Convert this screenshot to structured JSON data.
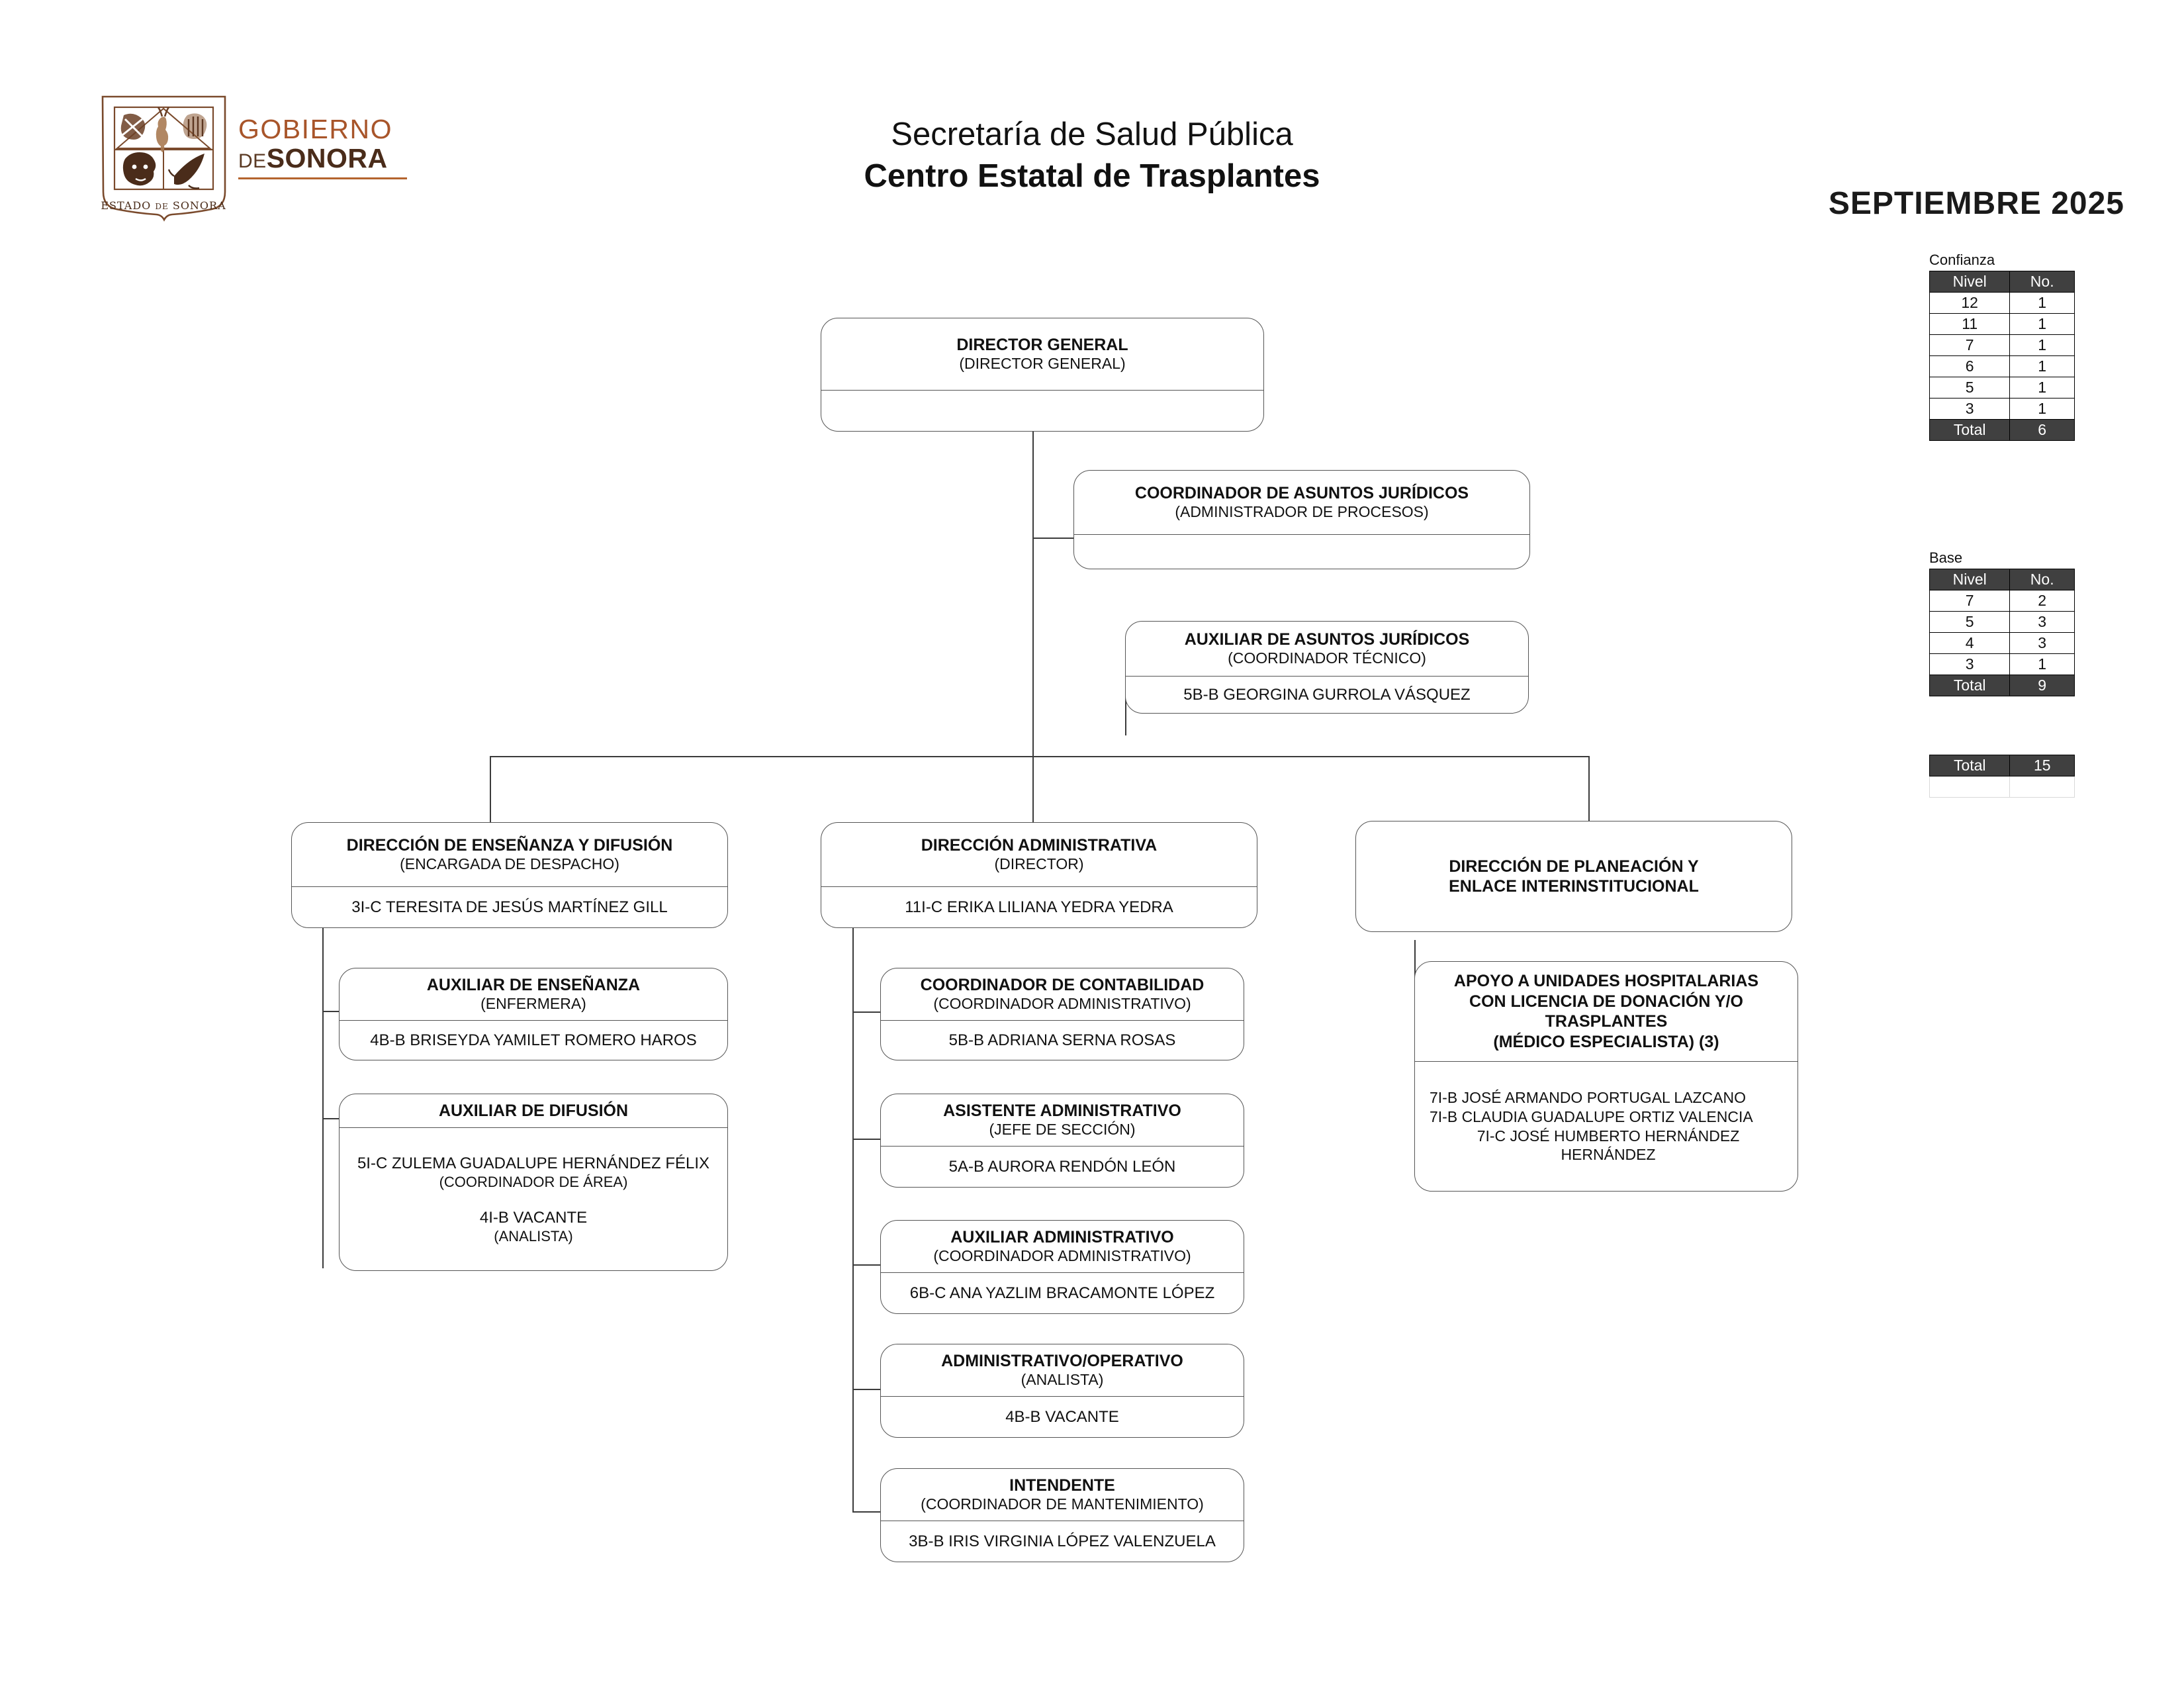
{
  "header": {
    "logo": {
      "line1": "GOBIERNO",
      "de": "DE",
      "sonora": "SONORA",
      "crest_motto": "ESTADO DE SONORA",
      "accent_color": "#b4642e"
    },
    "title_line1": "Secretaría de Salud Pública",
    "title_line2": "Centro Estatal de Trasplantes",
    "period": "SEPTIEMBRE 2025"
  },
  "legend": {
    "confianza": {
      "caption": "Confianza",
      "columns": [
        "Nivel",
        "No."
      ],
      "rows": [
        [
          "12",
          "1"
        ],
        [
          "11",
          "1"
        ],
        [
          "7",
          "1"
        ],
        [
          "6",
          "1"
        ],
        [
          "5",
          "1"
        ],
        [
          "3",
          "1"
        ]
      ],
      "total_label": "Total",
      "total_value": "6"
    },
    "base": {
      "caption": "Base",
      "columns": [
        "Nivel",
        "No."
      ],
      "rows": [
        [
          "7",
          "2"
        ],
        [
          "5",
          "3"
        ],
        [
          "4",
          "3"
        ],
        [
          "3",
          "1"
        ]
      ],
      "total_label": "Total",
      "total_value": "9"
    },
    "grand_total": {
      "label": "Total",
      "value": "15"
    }
  },
  "chart_data": {
    "type": "org-chart",
    "nodes": {
      "director_general": {
        "title": "DIRECTOR GENERAL",
        "subtitle": "(DIRECTOR GENERAL)",
        "name": ""
      },
      "coord_juridicos": {
        "title": "COORDINADOR DE ASUNTOS JURÍDICOS",
        "subtitle": "(ADMINISTRADOR DE PROCESOS)",
        "name": ""
      },
      "aux_juridicos": {
        "title": "AUXILIAR DE ASUNTOS JURÍDICOS",
        "subtitle": "(COORDINADOR TÉCNICO)",
        "name": "5B-B GEORGINA GURROLA VÁSQUEZ"
      },
      "dir_ensenanza": {
        "title": "DIRECCIÓN DE ENSEÑANZA Y DIFUSIÓN",
        "subtitle": "(ENCARGADA DE DESPACHO)",
        "name": "3I-C  TERESITA DE JESÚS MARTÍNEZ GILL"
      },
      "aux_ensenanza": {
        "title": "AUXILIAR DE ENSEÑANZA",
        "subtitle": "(ENFERMERA)",
        "name": "4B-B BRISEYDA YAMILET ROMERO HAROS"
      },
      "aux_difusion": {
        "title": "AUXILIAR DE DIFUSIÓN",
        "subtitle": "",
        "name1": "5I-C ZULEMA GUADALUPE HERNÁNDEZ FÉLIX",
        "name1_sub": "(COORDINADOR DE ÁREA)",
        "name2": "4I-B VACANTE",
        "name2_sub": "(ANALISTA)"
      },
      "dir_administrativa": {
        "title": "DIRECCIÓN ADMINISTRATIVA",
        "subtitle": "(DIRECTOR)",
        "name": "11I-C ERIKA LILIANA YEDRA YEDRA"
      },
      "coord_contabilidad": {
        "title": "COORDINADOR DE CONTABILIDAD",
        "subtitle": "(COORDINADOR ADMINISTRATIVO)",
        "name": "5B-B ADRIANA SERNA ROSAS"
      },
      "asistente_admin": {
        "title": "ASISTENTE ADMINISTRATIVO",
        "subtitle": "(JEFE DE SECCIÓN)",
        "name": "5A-B AURORA RENDÓN LEÓN"
      },
      "auxiliar_admin": {
        "title": "AUXILIAR ADMINISTRATIVO",
        "subtitle": "(COORDINADOR ADMINISTRATIVO)",
        "name": "6B-C ANA YAZLIM BRACAMONTE LÓPEZ"
      },
      "admin_operativo": {
        "title": "ADMINISTRATIVO/OPERATIVO",
        "subtitle": "(ANALISTA)",
        "name": "4B-B VACANTE"
      },
      "intendente": {
        "title": "INTENDENTE",
        "subtitle": "(COORDINADOR DE MANTENIMIENTO)",
        "name": "3B-B IRIS VIRGINIA LÓPEZ VALENZUELA"
      },
      "dir_planeacion": {
        "title_line1": "DIRECCIÓN DE PLANEACIÓN Y",
        "title_line2": "ENLACE INTERINSTITUCIONAL",
        "subtitle": "",
        "name": ""
      },
      "apoyo_unidades": {
        "title_line1": "APOYO A UNIDADES HOSPITALARIAS",
        "title_line2": "CON LICENCIA DE DONACIÓN Y/O",
        "title_line3": "TRASPLANTES",
        "subtitle": "(MÉDICO ESPECIALISTA) (3)",
        "name1": "7I-B JOSÉ ARMANDO PORTUGAL LAZCANO",
        "name2": "7I-B CLAUDIA GUADALUPE ORTIZ VALENCIA",
        "name3": "7I-C JOSÉ HUMBERTO HERNÁNDEZ HERNÁNDEZ"
      }
    },
    "edges": [
      [
        "director_general",
        "coord_juridicos"
      ],
      [
        "coord_juridicos",
        "aux_juridicos"
      ],
      [
        "director_general",
        "dir_ensenanza"
      ],
      [
        "director_general",
        "dir_administrativa"
      ],
      [
        "director_general",
        "dir_planeacion"
      ],
      [
        "dir_ensenanza",
        "aux_ensenanza"
      ],
      [
        "dir_ensenanza",
        "aux_difusion"
      ],
      [
        "dir_administrativa",
        "coord_contabilidad"
      ],
      [
        "dir_administrativa",
        "asistente_admin"
      ],
      [
        "dir_administrativa",
        "auxiliar_admin"
      ],
      [
        "dir_administrativa",
        "admin_operativo"
      ],
      [
        "dir_administrativa",
        "intendente"
      ],
      [
        "dir_planeacion",
        "apoyo_unidades"
      ]
    ]
  }
}
